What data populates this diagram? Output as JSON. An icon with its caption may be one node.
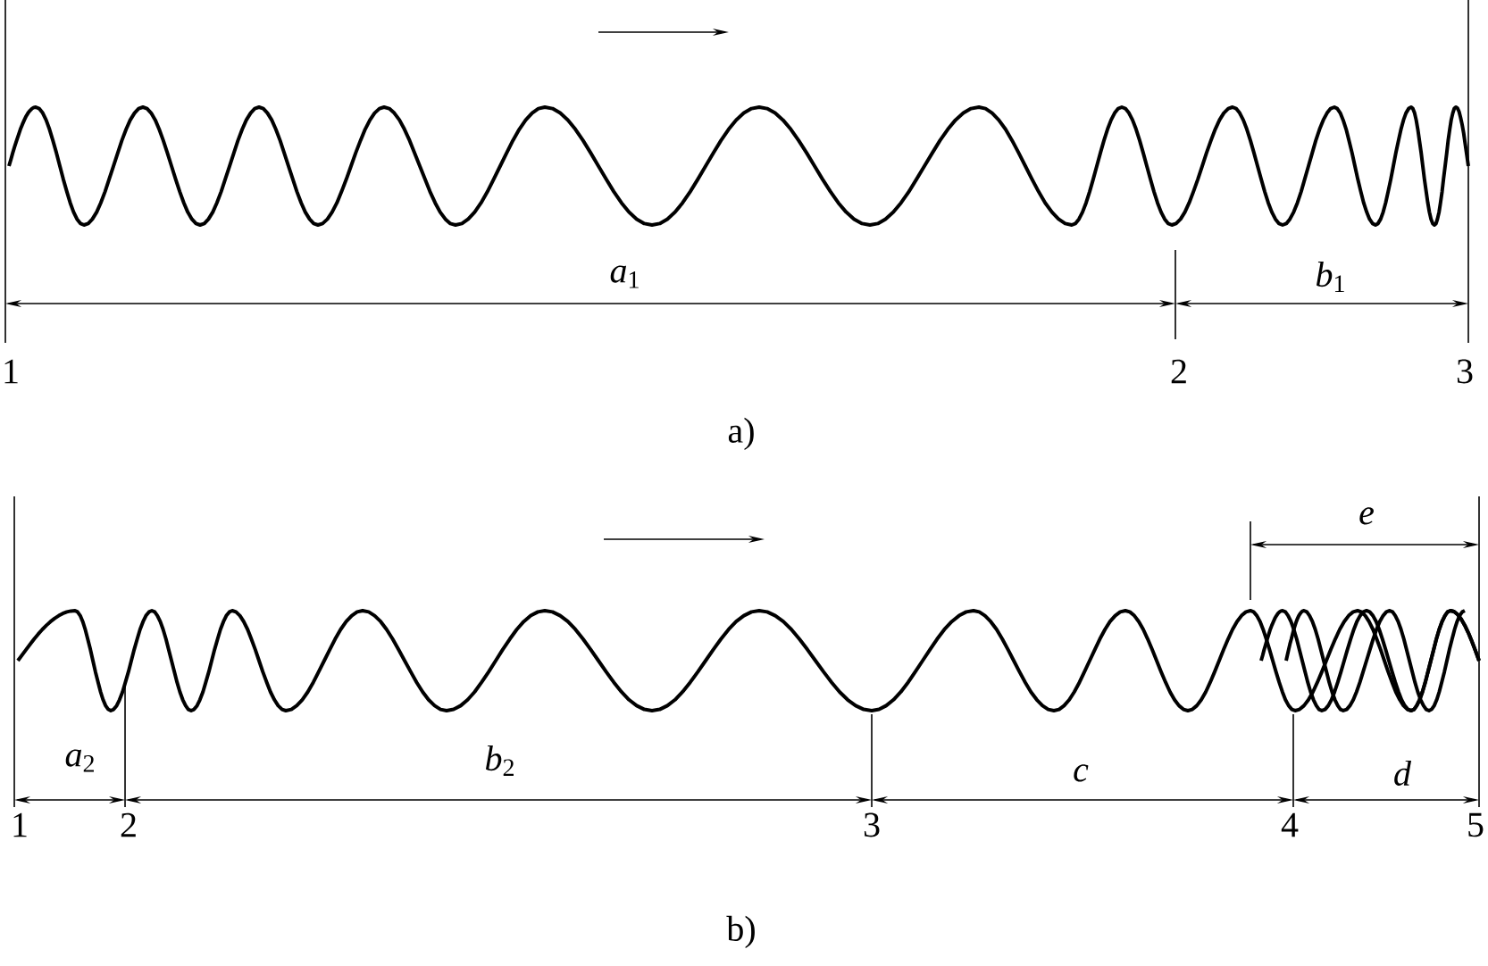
{
  "diagram": {
    "labels": [
      "*a*$_{1}$",
      "*b*$_{1}$",
      "1",
      "2",
      "3",
      "a)",
      "*e*",
      "*a*$_{2}$",
      "*b*$_{2}$",
      "*c*",
      "*d*",
      "1",
      "2",
      "3",
      "4",
      "5",
      "b)"
    ]
  }
}
